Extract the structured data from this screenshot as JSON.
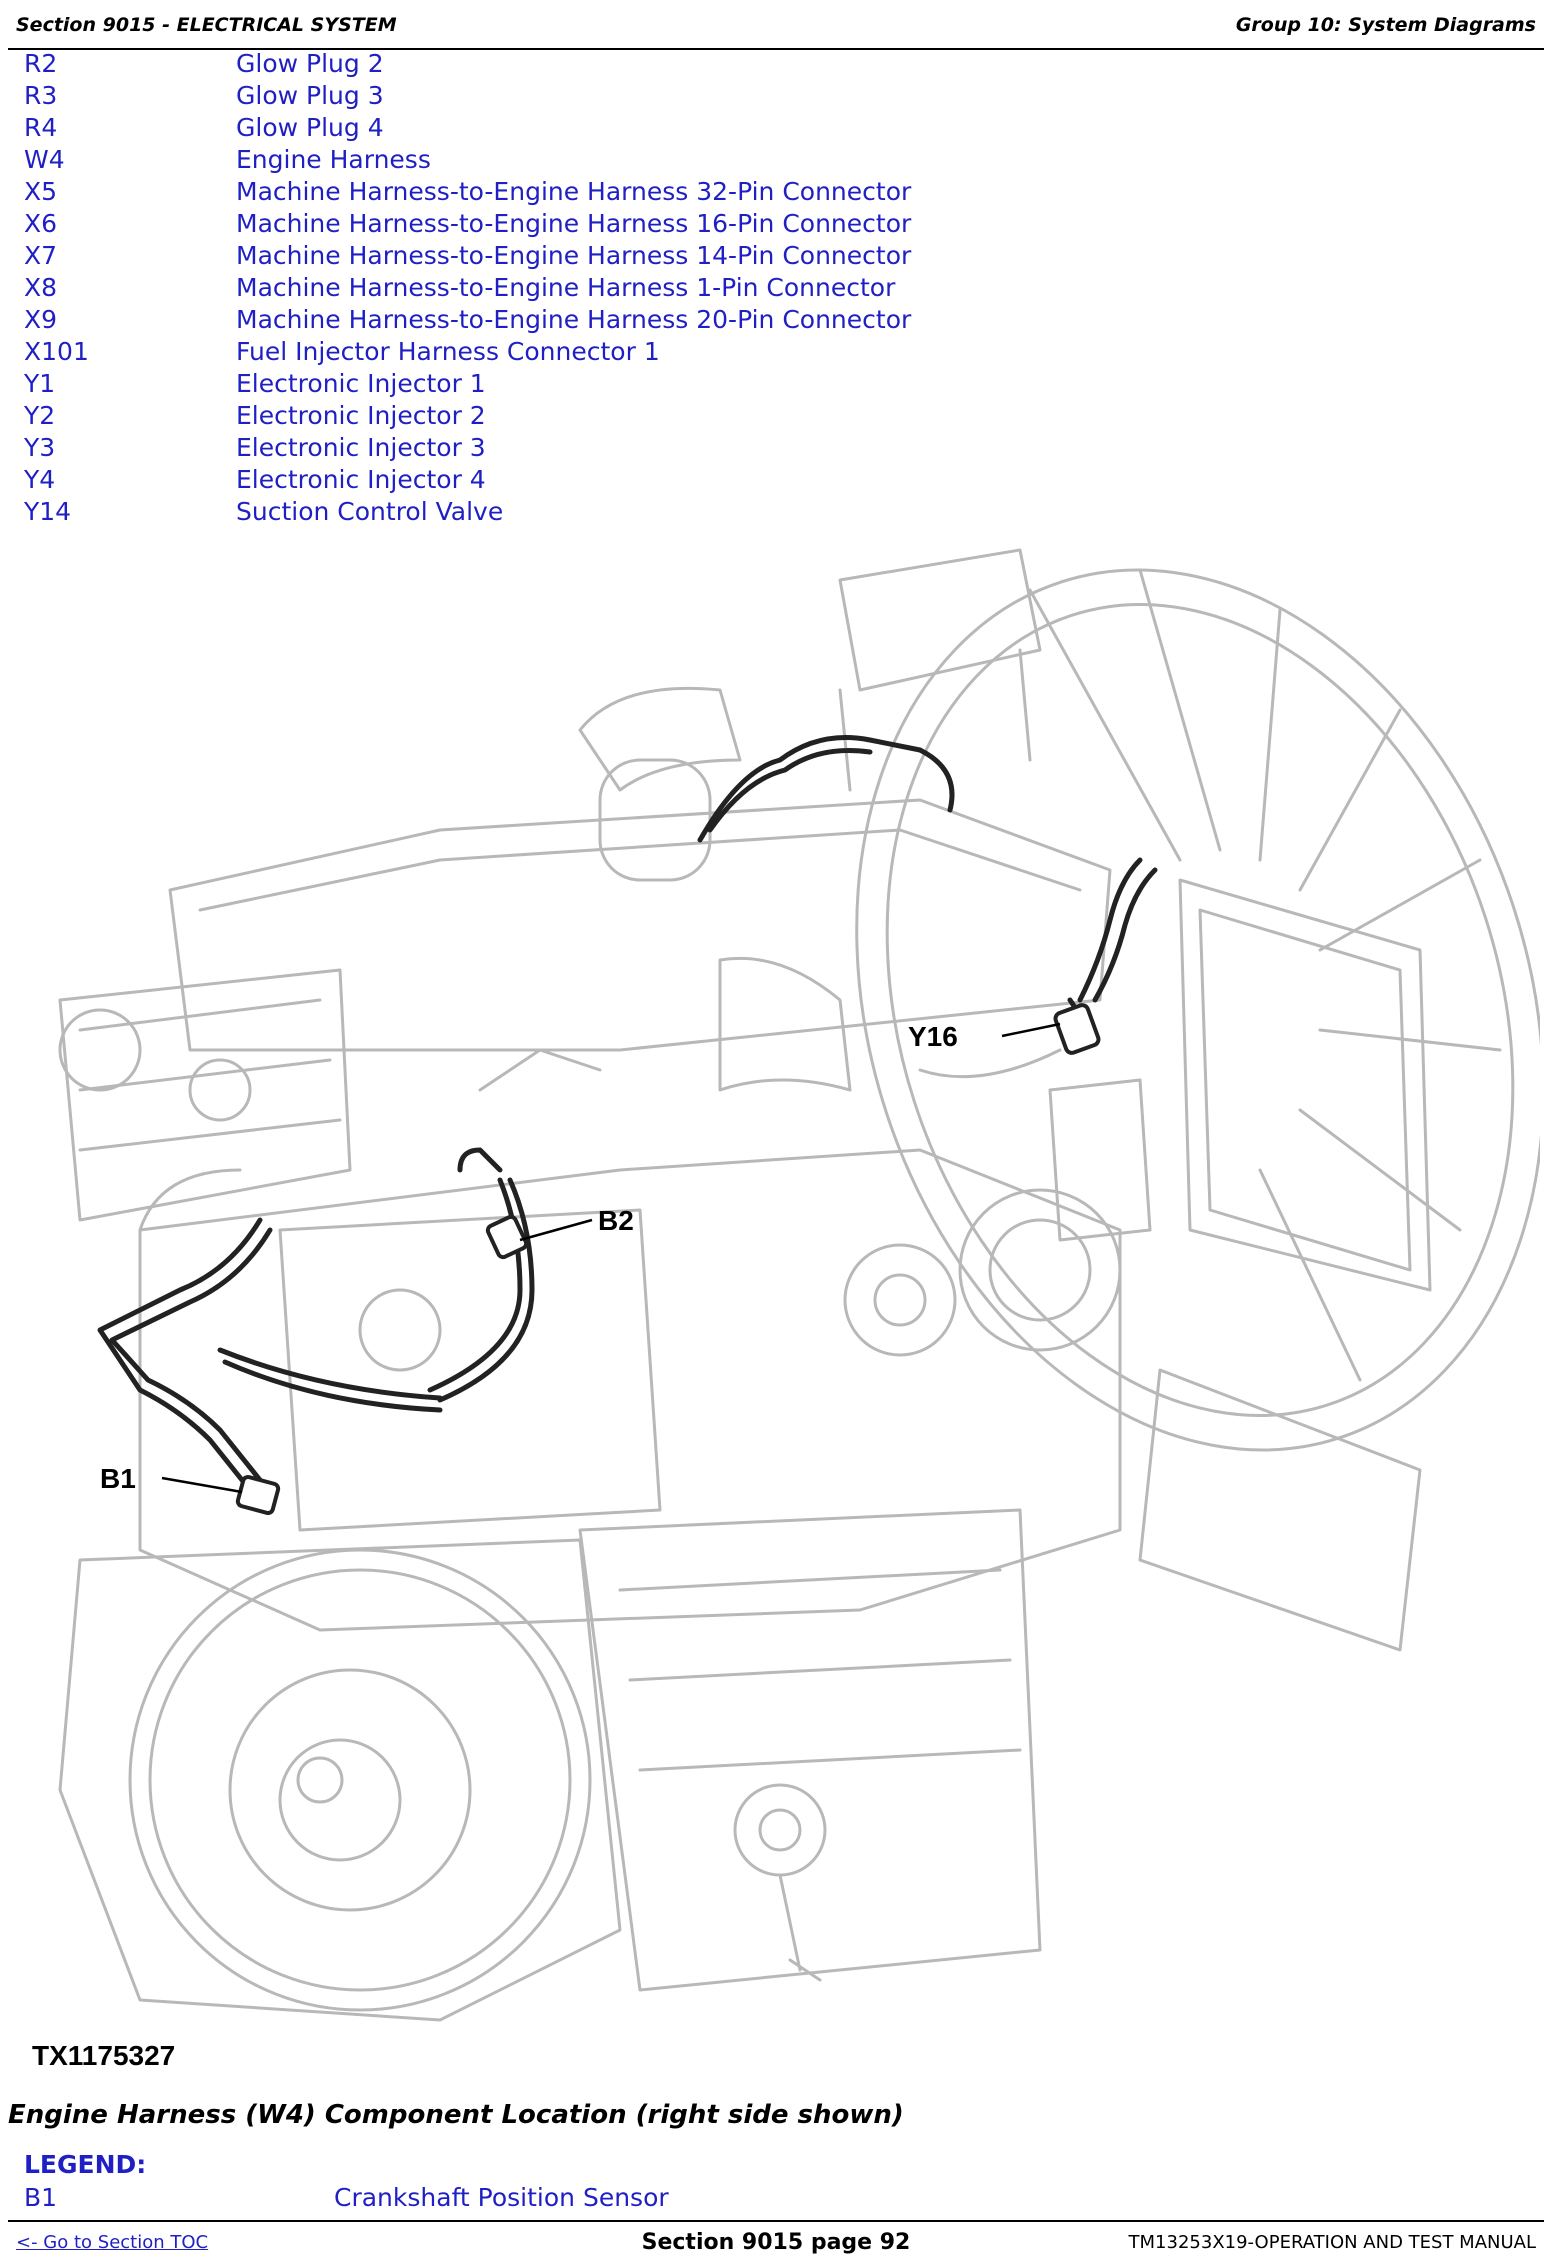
{
  "header": {
    "section": "Section 9015 - ELECTRICAL SYSTEM",
    "group": "Group 10: System Diagrams"
  },
  "legend_list": [
    {
      "code": "R2",
      "desc": "Glow Plug 2"
    },
    {
      "code": "R3",
      "desc": "Glow Plug 3"
    },
    {
      "code": "R4",
      "desc": "Glow Plug 4"
    },
    {
      "code": "W4",
      "desc": "Engine Harness"
    },
    {
      "code": "X5",
      "desc": "Machine Harness-to-Engine Harness 32-Pin Connector"
    },
    {
      "code": "X6",
      "desc": "Machine Harness-to-Engine Harness 16-Pin Connector"
    },
    {
      "code": "X7",
      "desc": "Machine Harness-to-Engine Harness 14-Pin Connector"
    },
    {
      "code": "X8",
      "desc": "Machine Harness-to-Engine Harness 1-Pin Connector"
    },
    {
      "code": "X9",
      "desc": "Machine Harness-to-Engine Harness 20-Pin Connector"
    },
    {
      "code": "X101",
      "desc": "Fuel Injector Harness Connector 1"
    },
    {
      "code": "Y1",
      "desc": "Electronic Injector 1"
    },
    {
      "code": "Y2",
      "desc": "Electronic Injector 2"
    },
    {
      "code": "Y3",
      "desc": "Electronic Injector 3"
    },
    {
      "code": "Y4",
      "desc": "Electronic Injector 4"
    },
    {
      "code": "Y14",
      "desc": "Suction Control Valve"
    }
  ],
  "figure": {
    "callouts": {
      "y16": "Y16",
      "b2": "B2",
      "b1": "B1"
    },
    "id": "TX1175327",
    "caption": "Engine Harness (W4) Component Location (right side shown)"
  },
  "legend": {
    "title": "LEGEND:",
    "items": [
      {
        "code": "B1",
        "desc": "Crankshaft Position Sensor"
      }
    ]
  },
  "footer": {
    "toc_link": "<- Go to Section TOC",
    "page": "Section 9015 page 92",
    "manual": "TM13253X19-OPERATION AND TEST MANUAL"
  },
  "colors": {
    "link": "#1f1fc4",
    "line_art": "#b8b8b8",
    "harness": "#222222"
  }
}
